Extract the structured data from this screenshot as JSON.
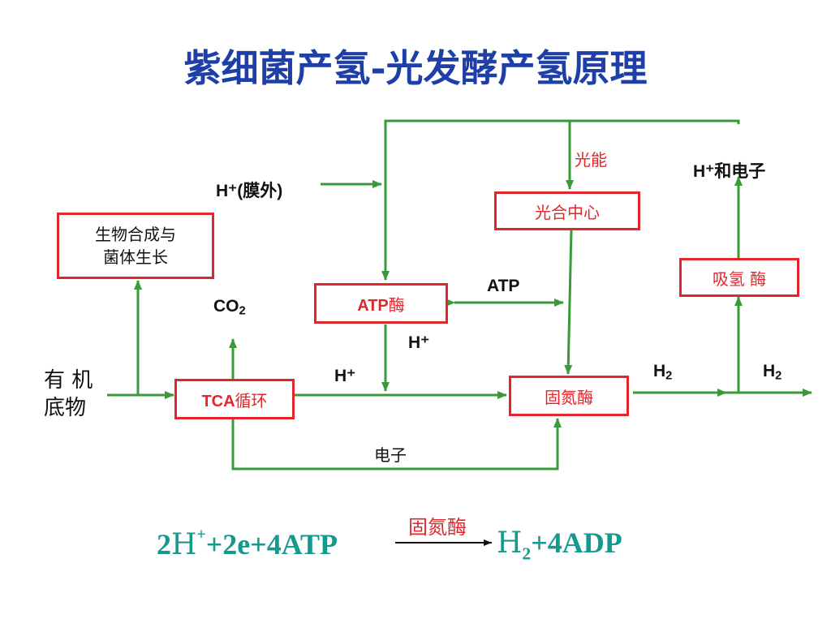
{
  "title": "紫细菌产氢-光发酵产氢原理",
  "boxes": {
    "biosynthesis_line1": "生物合成与",
    "biosynthesis_line2": "菌体生长",
    "photo_center": "光合中心",
    "atp_enzyme_prefix": "ATP",
    "atp_enzyme_suffix": "酶",
    "hydrogenase": "吸氢 酶",
    "tca_prefix": "TCA",
    "tca_suffix": "循环",
    "nitrogenase": "固氮酶"
  },
  "labels": {
    "h_plus_outside": "H⁺(膜外)",
    "light_energy": "光能",
    "h_plus_electron": "H⁺和电子",
    "atp": "ATP",
    "co2_base": "CO",
    "co2_sub": "2",
    "h_plus_1": "H⁺",
    "h_plus_2": "H⁺",
    "h2_a_base": "H",
    "h2_a_sub": "2",
    "h2_b_base": "H",
    "h2_b_sub": "2",
    "organic_line1": "有 机",
    "organic_line2": "底物",
    "electron": "电子"
  },
  "equation": {
    "left_coef": "2",
    "left_h": "H",
    "left_sup": "+",
    "left_rest": "+2e+4ATP",
    "enzyme": "固氮酶",
    "right_h": "H",
    "right_sub": "2",
    "right_rest": "+4ADP"
  },
  "colors": {
    "title": "#1f3fa8",
    "box_border": "#e3262b",
    "arrow": "#3a9a3a",
    "equation": "#14998f"
  }
}
